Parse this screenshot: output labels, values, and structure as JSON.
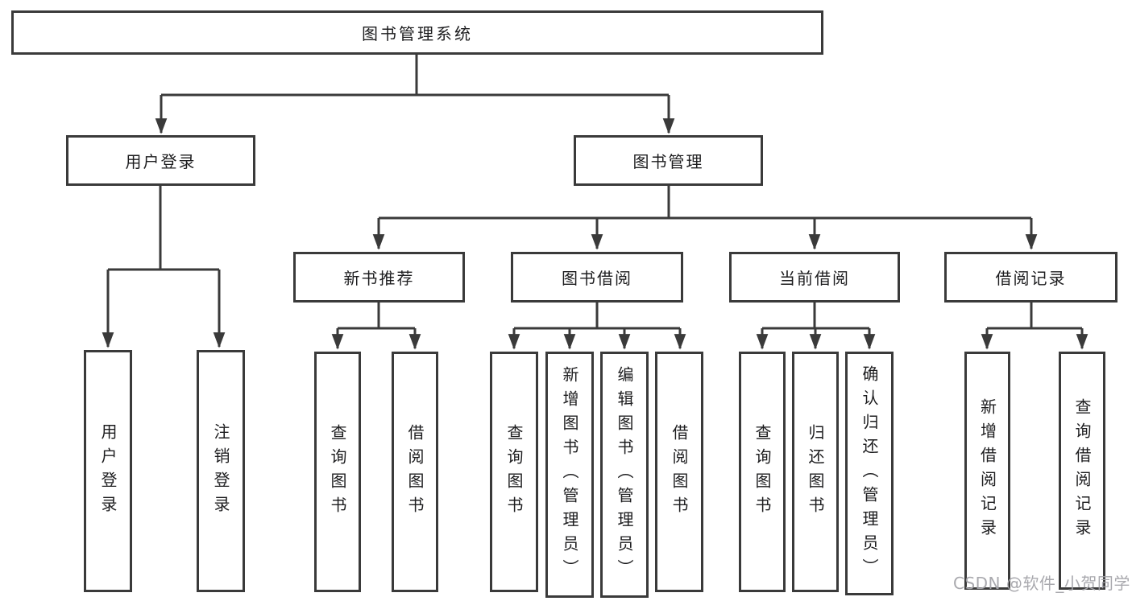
{
  "tree": {
    "label": "图书管理系统",
    "children": [
      {
        "label": "用户登录",
        "children": [
          {
            "label": "用户登录"
          },
          {
            "label": "注销登录"
          }
        ]
      },
      {
        "label": "图书管理",
        "children": [
          {
            "label": "新书推荐",
            "children": [
              {
                "label": "查询图书"
              },
              {
                "label": "借阅图书"
              }
            ]
          },
          {
            "label": "图书借阅",
            "children": [
              {
                "label": "查询图书"
              },
              {
                "label": "新增图书（管理员）"
              },
              {
                "label": "编辑图书（管理员）"
              },
              {
                "label": "借阅图书"
              }
            ]
          },
          {
            "label": "当前借阅",
            "children": [
              {
                "label": "查询图书"
              },
              {
                "label": "归还图书"
              },
              {
                "label": "确认归还（管理员）"
              }
            ]
          },
          {
            "label": "借阅记录",
            "children": [
              {
                "label": "新增借阅记录"
              },
              {
                "label": "查询借阅记录"
              }
            ]
          }
        ]
      }
    ]
  },
  "watermark": {
    "text": "CSDN @软件_小贺同学"
  },
  "colors": {
    "line": "#3a3a3a",
    "box_border": "#3a3a3a",
    "text": "#1d1d1f",
    "watermark": "#a4a4aa",
    "background": "#ffffff"
  }
}
